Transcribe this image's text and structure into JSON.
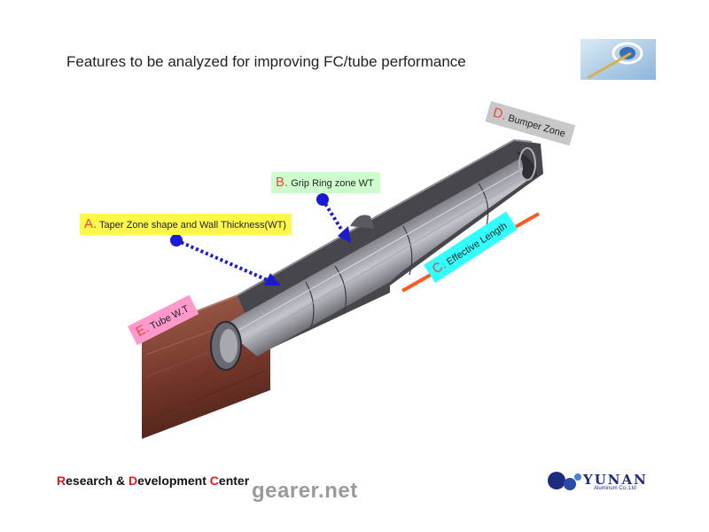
{
  "slide": {
    "title": "Features to be analyzed for improving FC/tube performance"
  },
  "labels": {
    "a": {
      "letter": "A.",
      "text": "Taper Zone shape and Wall Thickness(WT)"
    },
    "b": {
      "letter": "B.",
      "text": "Grip Ring zone WT"
    },
    "c": {
      "letter": "C.",
      "text": "Effective Length"
    },
    "d": {
      "letter": "D.",
      "text": "Bumper Zone"
    },
    "e": {
      "letter": "E.",
      "text": "Tube W.T"
    }
  },
  "footer": {
    "r": "R",
    "esearch": "esearch & ",
    "d": "D",
    "evelopment": "evelopment ",
    "c": "C",
    "enter": "enter",
    "watermark": "gearer.net",
    "brand_name": "YUNAN",
    "brand_sub": "Aluminum Co.,Ltd"
  },
  "colors": {
    "label_a": "#fff84a",
    "label_b": "#ccffcc",
    "label_c": "#33ffff",
    "label_d": "#c8c8c8",
    "label_e": "#ff99cc",
    "letter": "#e8473a",
    "pointer": "#1a1ad0",
    "effective_length_bar": "#ff5a1f",
    "bumper_bar": "#3a3ad8",
    "tube": "#7a3a2a",
    "ferrule": "#4d4d52"
  }
}
